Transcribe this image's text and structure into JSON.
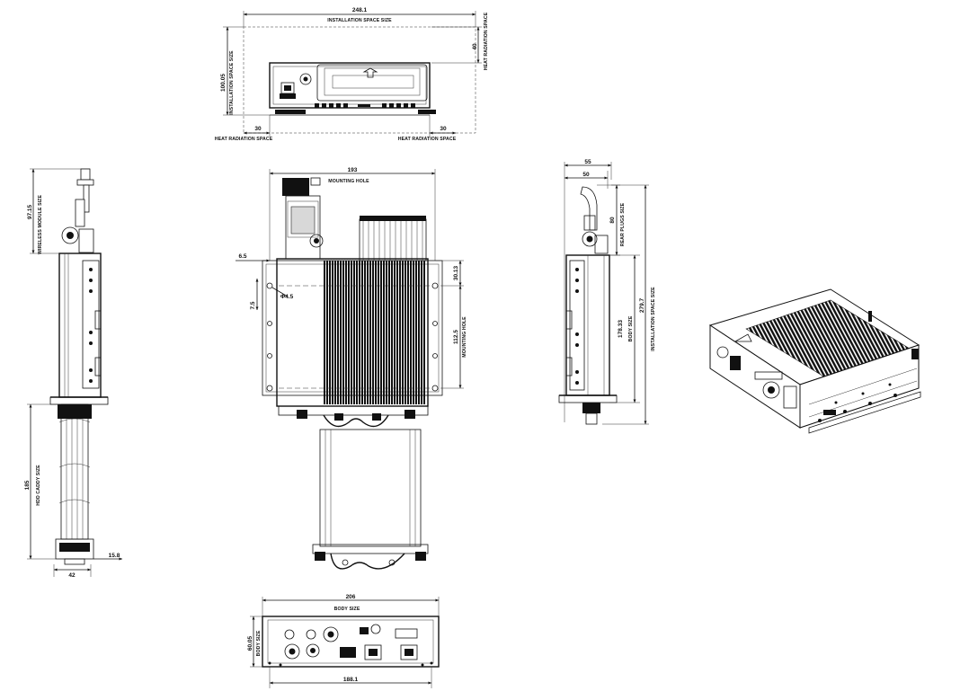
{
  "views": {
    "top": {
      "dim_width": "248.1",
      "label_install_top": "INSTALLATION SPACE SIZE",
      "dim_height": "100.05",
      "label_install_left": "INSTALLATION SPACE SIZE",
      "dim_heat_right": "40",
      "label_heat_right": "HEAT RADIATION SPACE",
      "dim_heat_left_bottom": "30",
      "dim_heat_right_bottom": "30",
      "label_heat_left_bottom": "HEAT RADIATION SPACE",
      "label_heat_right_bottom": "HEAT RADIATION SPACE"
    },
    "left": {
      "dim_wireless": "97.15",
      "label_wireless": "WIRELESS MODULE SIZE",
      "dim_hdd": "185",
      "label_hdd": "HDD CADDY SIZE",
      "dim_bottom_width": "42",
      "dim_bottom_offset": "15.8"
    },
    "front": {
      "dim_mounting_width": "193",
      "label_mounting_top": "MOUNTING HOLE",
      "dim_edge": "6.5",
      "dim_hole_offset": "7.5",
      "dim_hole_dia": "Φ4.5",
      "dim_right_top": "30.13",
      "dim_mounting_height": "112.5",
      "label_mounting_right": "MOUNTING HOLE"
    },
    "side": {
      "dim_55": "55",
      "dim_50": "50",
      "dim_80": "80",
      "label_rear_plugs": "REAR PLUGS SIZE",
      "dim_body": "178.33",
      "label_body": "BODY SIZE",
      "dim_install": "279.7",
      "label_install": "INSTALLATION SPACE SIZE"
    },
    "bottom": {
      "dim_body_width": "206",
      "label_body_top": "BODY SIZE",
      "dim_height": "60.05",
      "label_body_left": "BODY SIZE",
      "dim_bottom_width": "188.1"
    }
  },
  "colors": {
    "line": "#111111",
    "fin": "#111111",
    "background": "#ffffff"
  }
}
